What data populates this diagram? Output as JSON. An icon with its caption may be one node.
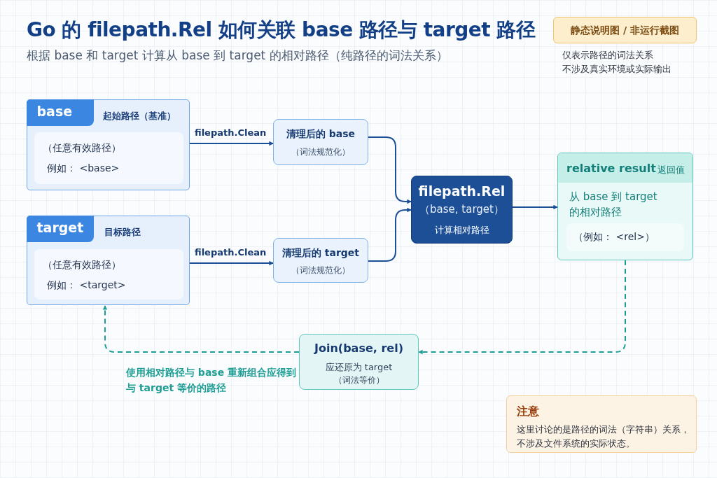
{
  "diagram": {
    "title": "Go 的 filepath.Rel 如何关联 base 路径与 target 路径",
    "nodes": [
      {
        "text": [
          "base",
          "起始路径（基准）"
        ]
      },
      {
        "text": [
          "（任意有效路径）",
          "例如： <base>"
        ],
        "in": 0
      },
      {
        "text": [
          "target",
          "目标路径"
        ]
      },
      {
        "text": [
          "（任意有效路径）",
          "例如： <target>"
        ],
        "in": 2
      },
      {
        "text": [
          "清理后的 base",
          "（词法规范化）"
        ]
      },
      {
        "text": [
          "清理后的 target",
          "（词法规范化）"
        ]
      },
      {
        "text": [
          "filepath.Rel",
          "（base, target）",
          "计算相对路径"
        ]
      },
      {
        "text": [
          "relative result",
          "返回值",
          "从 base 到 target 的相对路径"
        ]
      },
      {
        "text": [
          "（例如： <rel>）"
        ],
        "in": 7
      },
      {
        "text": [
          "Join(base, rel)",
          "应还原为 target",
          "（词法等价）"
        ]
      },
      {
        "text": [
          "静态说明图 / 非运行截图"
        ],
        "beside": [
          "仅表示路径的词法关系",
          "不涉及真实环境或实际输出"
        ]
      },
      {
        "text": [
          "注意",
          "这里讨论的是路径的词法（字符串）关系，不涉及文件系统的实际状态。"
        ]
      }
    ],
    "edges": [
      {
        "from": 0,
        "to": 4,
        "arrow": "to",
        "label": "filepath.Clean"
      },
      {
        "from": 2,
        "to": 5,
        "arrow": "to",
        "label": "filepath.Clean"
      },
      {
        "from": 4,
        "to": 6,
        "arrow": "to"
      },
      {
        "from": 5,
        "to": 6,
        "arrow": "to"
      },
      {
        "from": 6,
        "to": 7,
        "arrow": "to"
      },
      {
        "from": 7,
        "to": 9,
        "arrow": "to",
        "style": "dashed",
        "color": "#1f9e95"
      },
      {
        "from": 9,
        "to": 2,
        "arrow": "to",
        "style": "dashed",
        "color": "#1f9e95",
        "label": "使用相对路径与 base 重新组合应得到与 target 等价的路径"
      }
    ],
    "labels": [
      "根据 base 和 target 计算从 base 到 target 的相对路径（纯路径的词法关系）"
    ]
  }
}
